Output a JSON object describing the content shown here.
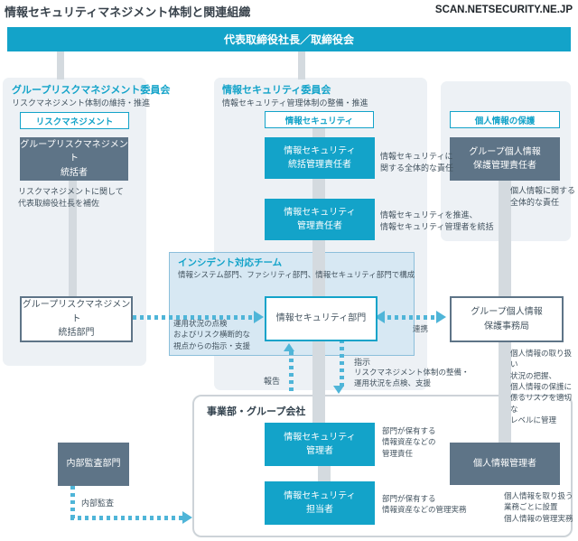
{
  "page": {
    "title": "情報セキュリティマネジメント体制と関連組織",
    "watermark": "SCAN.NETSECURITY.NE.JP"
  },
  "top_bar": {
    "label": "代表取締役社長／取締役会"
  },
  "risk_committee": {
    "title": "グループリスクマネジメント委員会",
    "subtitle": "リスクマネジメント体制の維持・推進",
    "category": "リスクマネジメント",
    "lead_box": "グループリスクマネジメント\n統括者",
    "lead_note": "リスクマネジメントに関して\n代表取締役社長を補佐",
    "dept_box": "グループリスクマネジメント\n統括部門"
  },
  "security_committee": {
    "title": "情報セキュリティ委員会",
    "subtitle": "情報セキュリティ管理体制の整備・推進",
    "category": "情報セキュリティ",
    "chief_box": "情報セキュリティ\n統括管理責任者",
    "chief_note": "情報セキュリティに\n関する全体的な責任",
    "manager_box": "情報セキュリティ\n管理責任者",
    "manager_note": "情報セキュリティを推進、\n情報セキュリティ管理者を統括"
  },
  "privacy_group": {
    "category": "個人情報の保護",
    "lead_box": "グループ個人情報\n保護管理責任者",
    "lead_note": "個人情報に関する\n全体的な責任",
    "office_box": "グループ個人情報\n保護事務局",
    "office_note": "個人情報の取り扱い\n状況の把握、\n個人情報の保護に\n係るリスクを適切な\nレベルに管理"
  },
  "incident_team": {
    "title": "インシデント対応チーム",
    "subtitle": "情報システム部門、ファシリティ部門、情報セキュリティ部門で構成",
    "box": "情報セキュリティ部門"
  },
  "flows": {
    "support_note": "運用状況の点検\nおよびリスク横断的な\n視点からの指示・支援",
    "cooperation": "連携",
    "report": "報告",
    "instruction": "指示",
    "instruction_note": "リスクマネジメント体制の整備・\n運用状況を点検、支援",
    "internal_audit": "内部監査"
  },
  "audit": {
    "box": "内部監査部門"
  },
  "business_unit": {
    "title": "事業部・グループ会社",
    "security_manager_box": "情報セキュリティ\n管理者",
    "security_manager_note": "部門が保有する\n情報資産などの\n管理責任",
    "security_staff_box": "情報セキュリティ\n担当者",
    "security_staff_note": "部門が保有する\n情報資産などの管理実務",
    "privacy_manager_box": "個人情報管理者",
    "privacy_manager_note": "個人情報を取り扱う\n業務ごとに設置\n個人情報の管理実務"
  },
  "colors": {
    "accent": "#13a3c9",
    "slate": "#5e7487",
    "panel_gray": "#edf1f5",
    "incident_blue": "#d7e8f3"
  }
}
